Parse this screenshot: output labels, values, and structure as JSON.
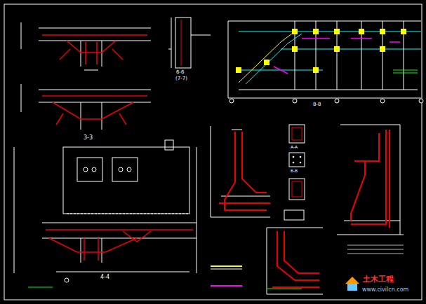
{
  "diagram": {
    "labels": [
      "3-3",
      "4-4",
      "6-6",
      "(7-7)",
      "8-8",
      "A-A",
      "B-B",
      "土木工程",
      "www.civilcn.com"
    ]
  }
}
